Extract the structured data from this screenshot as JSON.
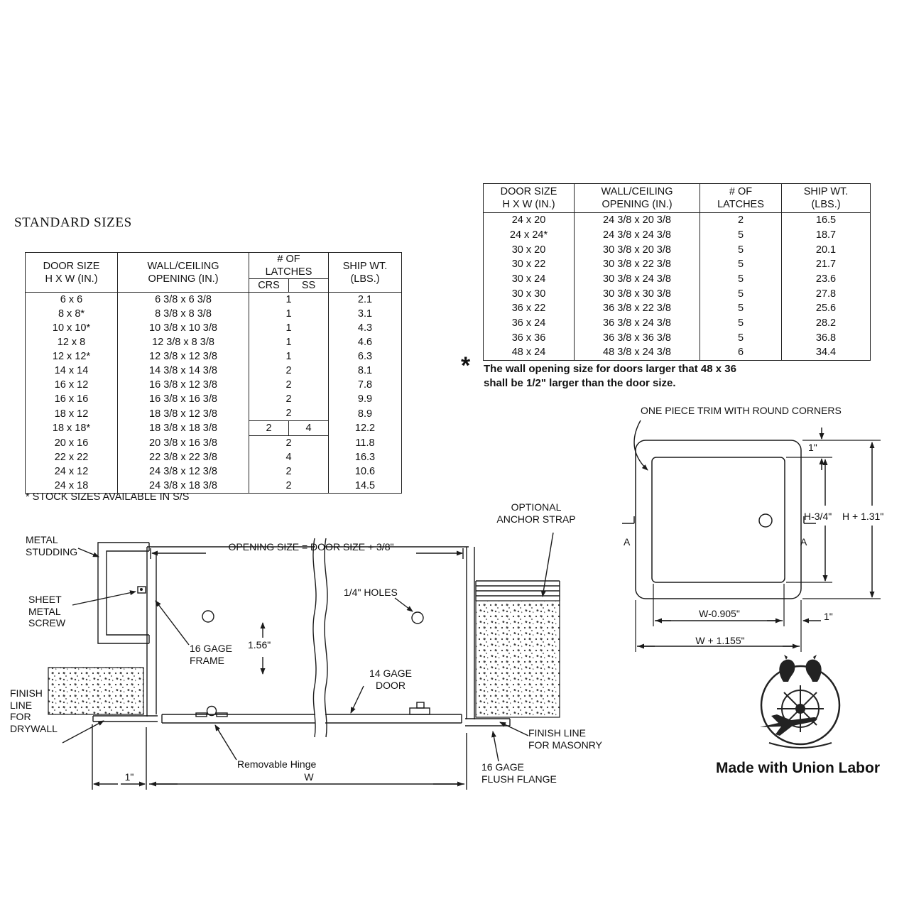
{
  "page": {
    "heading": "STANDARD SIZES",
    "stock_note": "* STOCK SIZES AVAILABLE IN S/S",
    "asterisk": "*",
    "wall_note": "The wall opening size for doors larger that 48 x 36\nshall be 1/2\" larger than the door size.",
    "union_text": "Made with Union Labor"
  },
  "left_table": {
    "headers": {
      "door_size": "DOOR SIZE\nH X W (IN.)",
      "opening": "WALL/CEILING\nOPENING (IN.)",
      "latches": "# OF\nLATCHES",
      "crs": "CRS",
      "ss": "SS",
      "ship_wt": "SHIP WT.\n(LBS.)"
    },
    "rows": [
      [
        "6 x 6",
        "6 3/8 x 6 3/8",
        "1",
        "2.1"
      ],
      [
        "8 x 8*",
        "8 3/8 x 8 3/8",
        "1",
        "3.1"
      ],
      [
        "10 x 10*",
        "10 3/8 x 10 3/8",
        "1",
        "4.3"
      ],
      [
        "12 x 8",
        "12 3/8 x 8 3/8",
        "1",
        "4.6"
      ],
      [
        "12 x 12*",
        "12 3/8 x 12 3/8",
        "1",
        "6.3"
      ],
      [
        "14 x 14",
        "14 3/8 x 14 3/8",
        "2",
        "8.1"
      ],
      [
        "16 x 12",
        "16 3/8 x 12 3/8",
        "2",
        "7.8"
      ],
      [
        "16 x 16",
        "16 3/8 x 16 3/8",
        "2",
        "9.9"
      ],
      [
        "18 x 12",
        "18 3/8 x 12 3/8",
        "2",
        "8.9"
      ],
      [
        "18 x 18*",
        "18 3/8 x 18 3/8",
        "2",
        "4",
        "12.2"
      ],
      [
        "20 x 16",
        "20 3/8 x 16 3/8",
        "2",
        "11.8"
      ],
      [
        "22 x 22",
        "22 3/8 x 22 3/8",
        "4",
        "16.3"
      ],
      [
        "24 x 12",
        "24 3/8 x 12 3/8",
        "2",
        "10.6"
      ],
      [
        "24 x 18",
        "24 3/8 x 18 3/8",
        "2",
        "14.5"
      ]
    ]
  },
  "right_table": {
    "headers": {
      "door_size": "DOOR SIZE\nH X W (IN.)",
      "opening": "WALL/CEILING\nOPENING (IN.)",
      "latches": "# OF\nLATCHES",
      "ship_wt": "SHIP WT.\n(LBS.)"
    },
    "rows": [
      [
        "24 x 20",
        "24 3/8 x 20 3/8",
        "2",
        "16.5"
      ],
      [
        "24 x 24*",
        "24 3/8 x 24 3/8",
        "5",
        "18.7"
      ],
      [
        "30 x 20",
        "30 3/8 x 20 3/8",
        "5",
        "20.1"
      ],
      [
        "30 x 22",
        "30 3/8 x 22 3/8",
        "5",
        "21.7"
      ],
      [
        "30 x 24",
        "30 3/8 x 24 3/8",
        "5",
        "23.6"
      ],
      [
        "30 x 30",
        "30 3/8 x 30 3/8",
        "5",
        "27.8"
      ],
      [
        "36 x 22",
        "36 3/8 x 22 3/8",
        "5",
        "25.6"
      ],
      [
        "36 x 24",
        "36 3/8 x 24 3/8",
        "5",
        "28.2"
      ],
      [
        "36 x 36",
        "36 3/8 x 36 3/8",
        "5",
        "36.8"
      ],
      [
        "48 x 24",
        "48 3/8 x 24 3/8",
        "6",
        "34.4"
      ]
    ]
  },
  "section_view": {
    "labels": {
      "metal_studding": "METAL\nSTUDDING",
      "sheet_metal_screw": "SHEET\nMETAL\nSCREW",
      "finish_drywall": "FINISH\nLINE\nFOR\nDRYWALL",
      "frame_16": "16 GAGE\nFRAME",
      "opening_size": "OPENING SIZE = DOOR SIZE + 3/8\"",
      "holes": "1/4\" HOLES",
      "dim_156": "1.56\"",
      "door_14": "14 GAGE\nDOOR",
      "anchor": "OPTIONAL\nANCHOR STRAP",
      "finish_masonry": "FINISH LINE\nFOR MASONRY",
      "flange": "16 GAGE\nFLUSH FLANGE",
      "hinge": "Removable Hinge",
      "dim_1": "1\"",
      "dim_w": "W"
    }
  },
  "front_view": {
    "labels": {
      "trim": "ONE PIECE TRIM WITH ROUND CORNERS",
      "dim_1_top": "1\"",
      "dim_h34": "H-3/4\"",
      "dim_h131": "H + 1.31\"",
      "a_left": "A",
      "a_right": "A",
      "dim_w0905": "W-0.905\"",
      "dim_1_bottom": "1\"",
      "dim_w1155": "W + 1.155\""
    }
  }
}
